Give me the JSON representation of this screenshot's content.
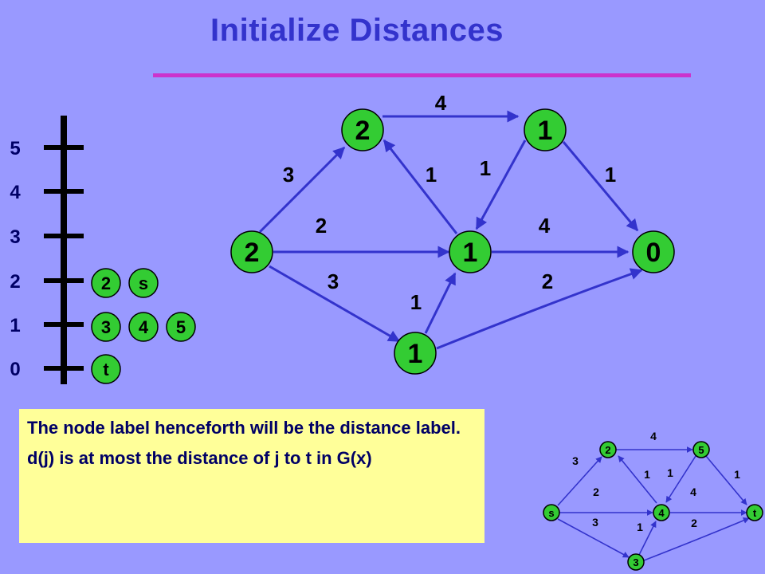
{
  "title": "Initialize Distances",
  "text_box": {
    "line1": "The node label henceforth will be the distance label.",
    "line2": "d(j) is at most the distance of j to t in G(x)"
  },
  "scale": {
    "ticks": [
      "5",
      "4",
      "3",
      "2",
      "1",
      "0"
    ],
    "buckets": [
      {
        "level": "2",
        "nodes": [
          "2",
          "s"
        ]
      },
      {
        "level": "1",
        "nodes": [
          "3",
          "4",
          "5"
        ]
      },
      {
        "level": "0",
        "nodes": [
          "t"
        ]
      }
    ]
  },
  "main_graph": {
    "nodes": {
      "n2": "2",
      "n5": "1",
      "ns": "2",
      "n4": "1",
      "nt": "0",
      "n3": "1"
    },
    "edge_labels": {
      "e_2_5": "4",
      "e_s_2": "3",
      "e_4_2": "1",
      "e_5_4": "1",
      "e_5_t": "1",
      "e_s_4": "2",
      "e_4_t": "4",
      "e_s_3": "3",
      "e_3_4": "1",
      "e_3_t": "2"
    }
  },
  "mini_graph": {
    "nodes": {
      "n2": "2",
      "n5": "5",
      "ns": "s",
      "n4": "4",
      "nt": "t",
      "n3": "3"
    },
    "edge_labels": {
      "e_2_5": "4",
      "e_s_2": "3",
      "e_4_2": "1",
      "e_5_4": "1",
      "e_5_t": "1",
      "e_s_4": "2",
      "e_4_t": "4",
      "e_s_3": "3",
      "e_3_4": "1",
      "e_3_t": "2"
    }
  },
  "colors": {
    "background": "#9999ff",
    "title": "#3333cc",
    "title_rule": "#cc33cc",
    "node_fill": "#33cc33",
    "edge": "#3333cc",
    "text_box_bg": "#ffff99",
    "text_box_text": "#000066"
  }
}
